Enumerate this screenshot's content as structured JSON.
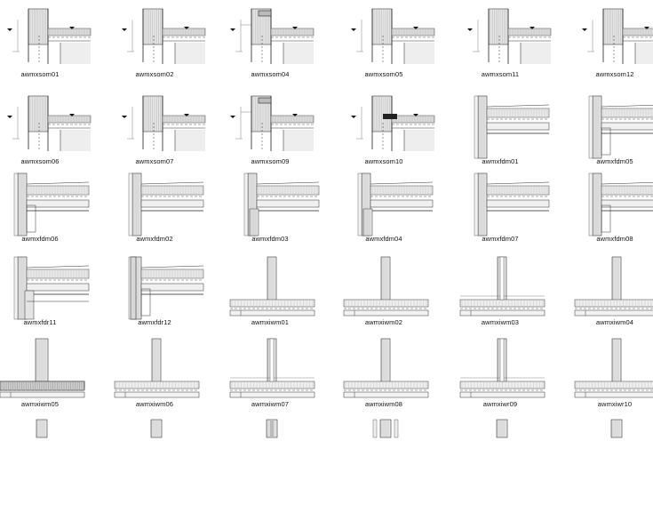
{
  "thumbnails": [
    {
      "label": "awmxsom01",
      "kind": "corner",
      "variant": 1
    },
    {
      "label": "awmxsom02",
      "kind": "corner",
      "variant": 2
    },
    {
      "label": "awmxsom04",
      "kind": "corner",
      "variant": 3
    },
    {
      "label": "awmxsom05",
      "kind": "corner",
      "variant": 1
    },
    {
      "label": "awmxsom11",
      "kind": "corner",
      "variant": 2
    },
    {
      "label": "awmxsom12",
      "kind": "corner",
      "variant": 1
    },
    {
      "label": "awmxsom06",
      "kind": "corner",
      "variant": 1
    },
    {
      "label": "awmxsom07",
      "kind": "corner",
      "variant": 2
    },
    {
      "label": "awmxsom09",
      "kind": "corner",
      "variant": 3
    },
    {
      "label": "awmxsom10",
      "kind": "corner",
      "variant": 4
    },
    {
      "label": "awmxfdm01",
      "kind": "floor",
      "variant": 1
    },
    {
      "label": "awmxfdm05",
      "kind": "floor",
      "variant": 2
    },
    {
      "label": "awmxfdm06",
      "kind": "floor",
      "variant": 2
    },
    {
      "label": "awmxfdm02",
      "kind": "floor",
      "variant": 1
    },
    {
      "label": "awmxfdm03",
      "kind": "floor",
      "variant": 3
    },
    {
      "label": "awmxfdm04",
      "kind": "floor",
      "variant": 3
    },
    {
      "label": "awmxfdm07",
      "kind": "floor",
      "variant": 1
    },
    {
      "label": "awmxfdm08",
      "kind": "floor",
      "variant": 2
    },
    {
      "label": "awmxfdr11",
      "kind": "floor",
      "variant": 4
    },
    {
      "label": "awmxfdr12",
      "kind": "floor",
      "variant": 5
    },
    {
      "label": "awmxiwm01",
      "kind": "tjoint",
      "variant": 1
    },
    {
      "label": "awmxiwm02",
      "kind": "tjoint",
      "variant": 1
    },
    {
      "label": "awmxiwm03",
      "kind": "tjoint",
      "variant": 2
    },
    {
      "label": "awmxiwm04",
      "kind": "tjoint",
      "variant": 1
    },
    {
      "label": "awmxiwm05",
      "kind": "tjoint",
      "variant": 3
    },
    {
      "label": "awmxiwm06",
      "kind": "tjoint",
      "variant": 1
    },
    {
      "label": "awmxiwm07",
      "kind": "tjoint",
      "variant": 2
    },
    {
      "label": "awmxiwm08",
      "kind": "tjoint",
      "variant": 1
    },
    {
      "label": "awmxiwr09",
      "kind": "tjoint",
      "variant": 2
    },
    {
      "label": "awmxiwr10",
      "kind": "tjoint",
      "variant": 1
    },
    {
      "label": "",
      "kind": "partial",
      "variant": 1
    },
    {
      "label": "",
      "kind": "partial",
      "variant": 2
    },
    {
      "label": "",
      "kind": "partial",
      "variant": 3
    },
    {
      "label": "",
      "kind": "partial",
      "variant": 4
    },
    {
      "label": "",
      "kind": "partial",
      "variant": 2
    },
    {
      "label": "",
      "kind": "partial",
      "variant": 1
    }
  ]
}
